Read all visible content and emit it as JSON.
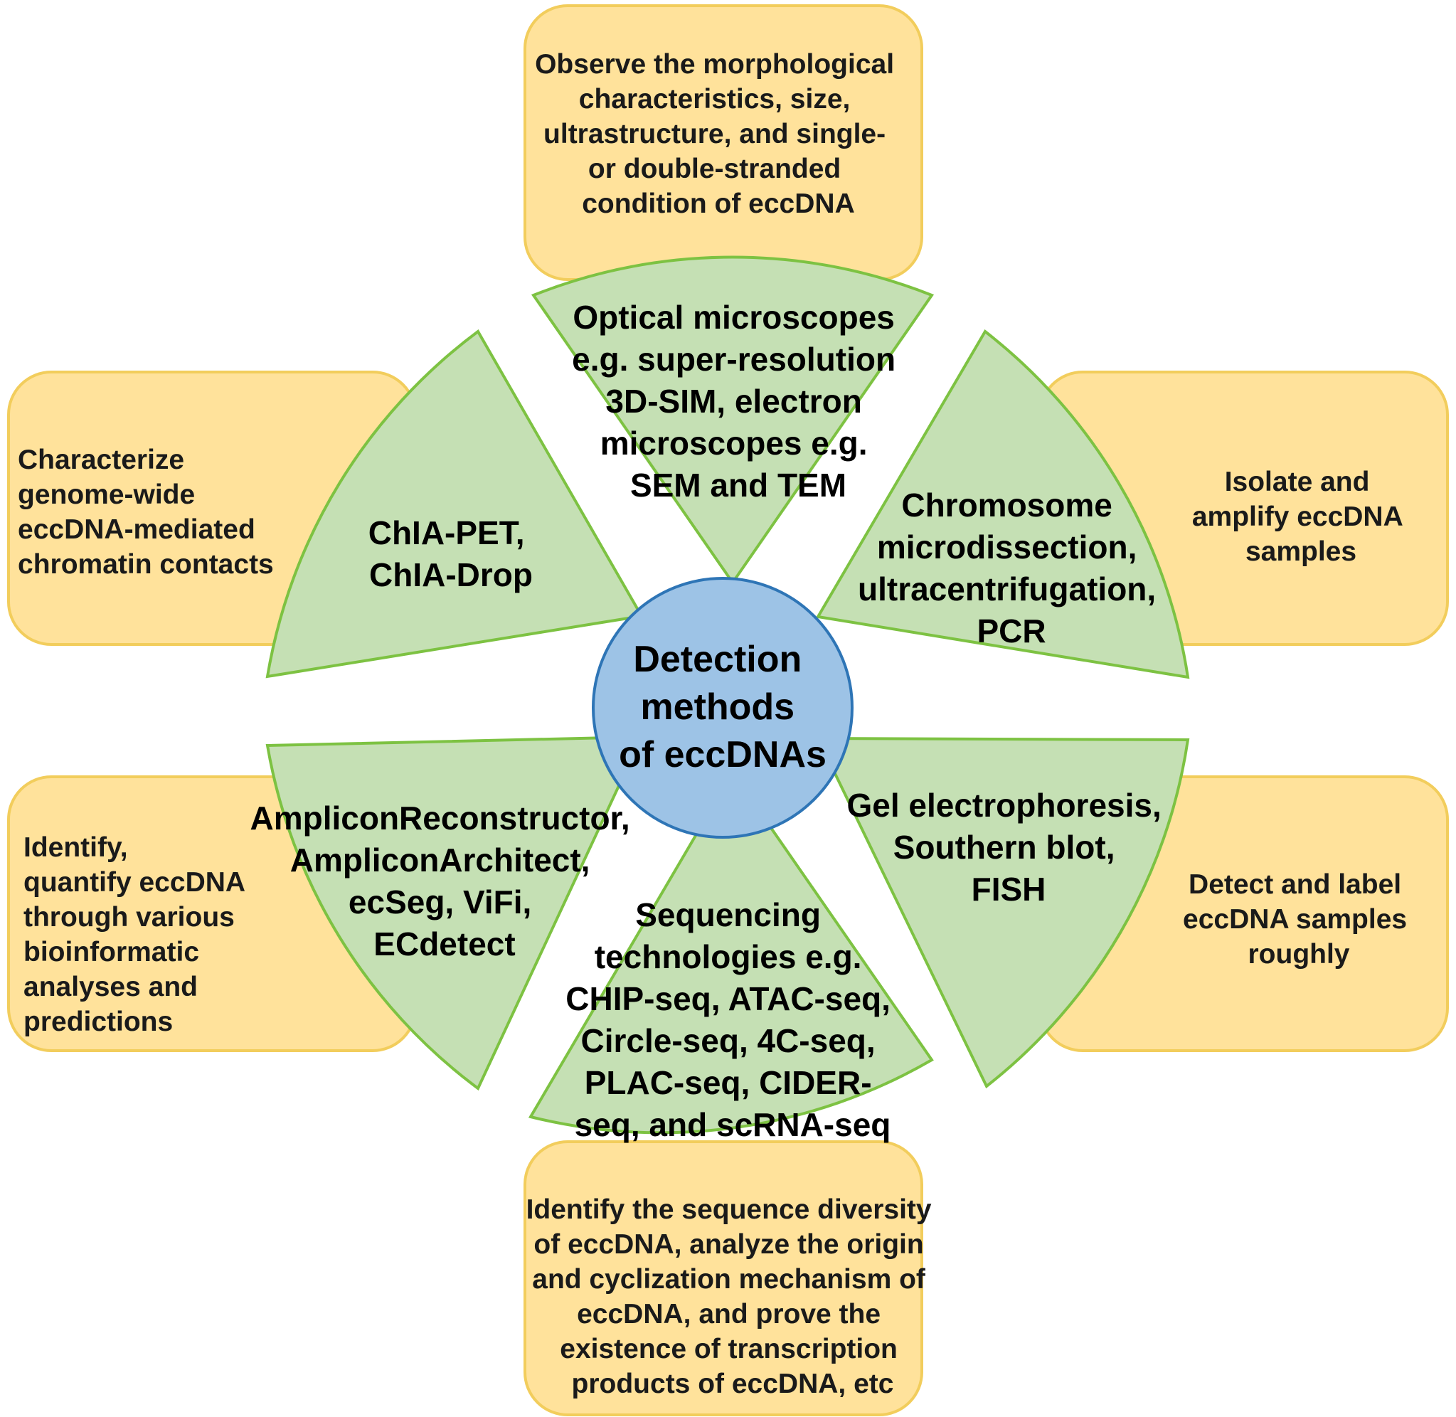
{
  "center": {
    "lines": [
      "Detection",
      "methods",
      "of eccDNAs"
    ]
  },
  "methods": [
    {
      "id": "top",
      "lines": [
        "Optical microscopes",
        "e.g. super-resolution",
        "3D-SIM, electron",
        "microscopes e.g.",
        "SEM and TEM"
      ]
    },
    {
      "id": "upper-right",
      "lines": [
        "Chromosome",
        "microdissection,",
        "ultracentrifugation,",
        "PCR"
      ]
    },
    {
      "id": "lower-right",
      "lines": [
        "Gel electrophoresis,",
        "Southern blot,",
        "FISH"
      ]
    },
    {
      "id": "bottom",
      "lines": [
        "Sequencing",
        "technologies e.g.",
        "CHIP-seq, ATAC-seq,",
        "Circle-seq, 4C-seq,",
        "PLAC-seq, CIDER-",
        "seq, and scRNA-seq"
      ]
    },
    {
      "id": "lower-left",
      "lines": [
        "AmpliconReconstructor,",
        "AmpliconArchitect,",
        "ecSeg, ViFi,",
        "ECdetect"
      ]
    },
    {
      "id": "upper-left",
      "lines": [
        "ChIA-PET,",
        "ChIA-Drop"
      ]
    }
  ],
  "purposes": [
    {
      "id": "top",
      "lines": [
        "Observe the morphological",
        "characteristics, size,",
        "ultrastructure, and single-",
        "or double-stranded",
        "condition of eccDNA"
      ]
    },
    {
      "id": "upper-right",
      "lines": [
        "Isolate and",
        "amplify eccDNA",
        "samples"
      ]
    },
    {
      "id": "lower-right",
      "lines": [
        "Detect and label",
        "eccDNA samples",
        "roughly"
      ]
    },
    {
      "id": "bottom",
      "lines": [
        "Identify the sequence diversity",
        "of eccDNA, analyze the origin",
        "and cyclization mechanism of",
        "eccDNA, and prove the",
        "existence of transcription",
        "products of eccDNA, etc"
      ]
    },
    {
      "id": "lower-left",
      "lines": [
        "Identify,",
        "quantify eccDNA",
        "through various",
        "bioinformatic",
        "analyses and",
        "predictions"
      ]
    },
    {
      "id": "upper-left",
      "lines": [
        "Characterize",
        "genome-wide",
        "eccDNA-mediated",
        "chromatin contacts"
      ]
    }
  ],
  "colors": {
    "box_fill": "#ffe29b",
    "box_stroke": "#f2cd5c",
    "sector_fill": "#c5e0b4",
    "sector_stroke": "#7dc242",
    "hub_fill": "#9dc3e6",
    "hub_stroke": "#2e75b6"
  }
}
